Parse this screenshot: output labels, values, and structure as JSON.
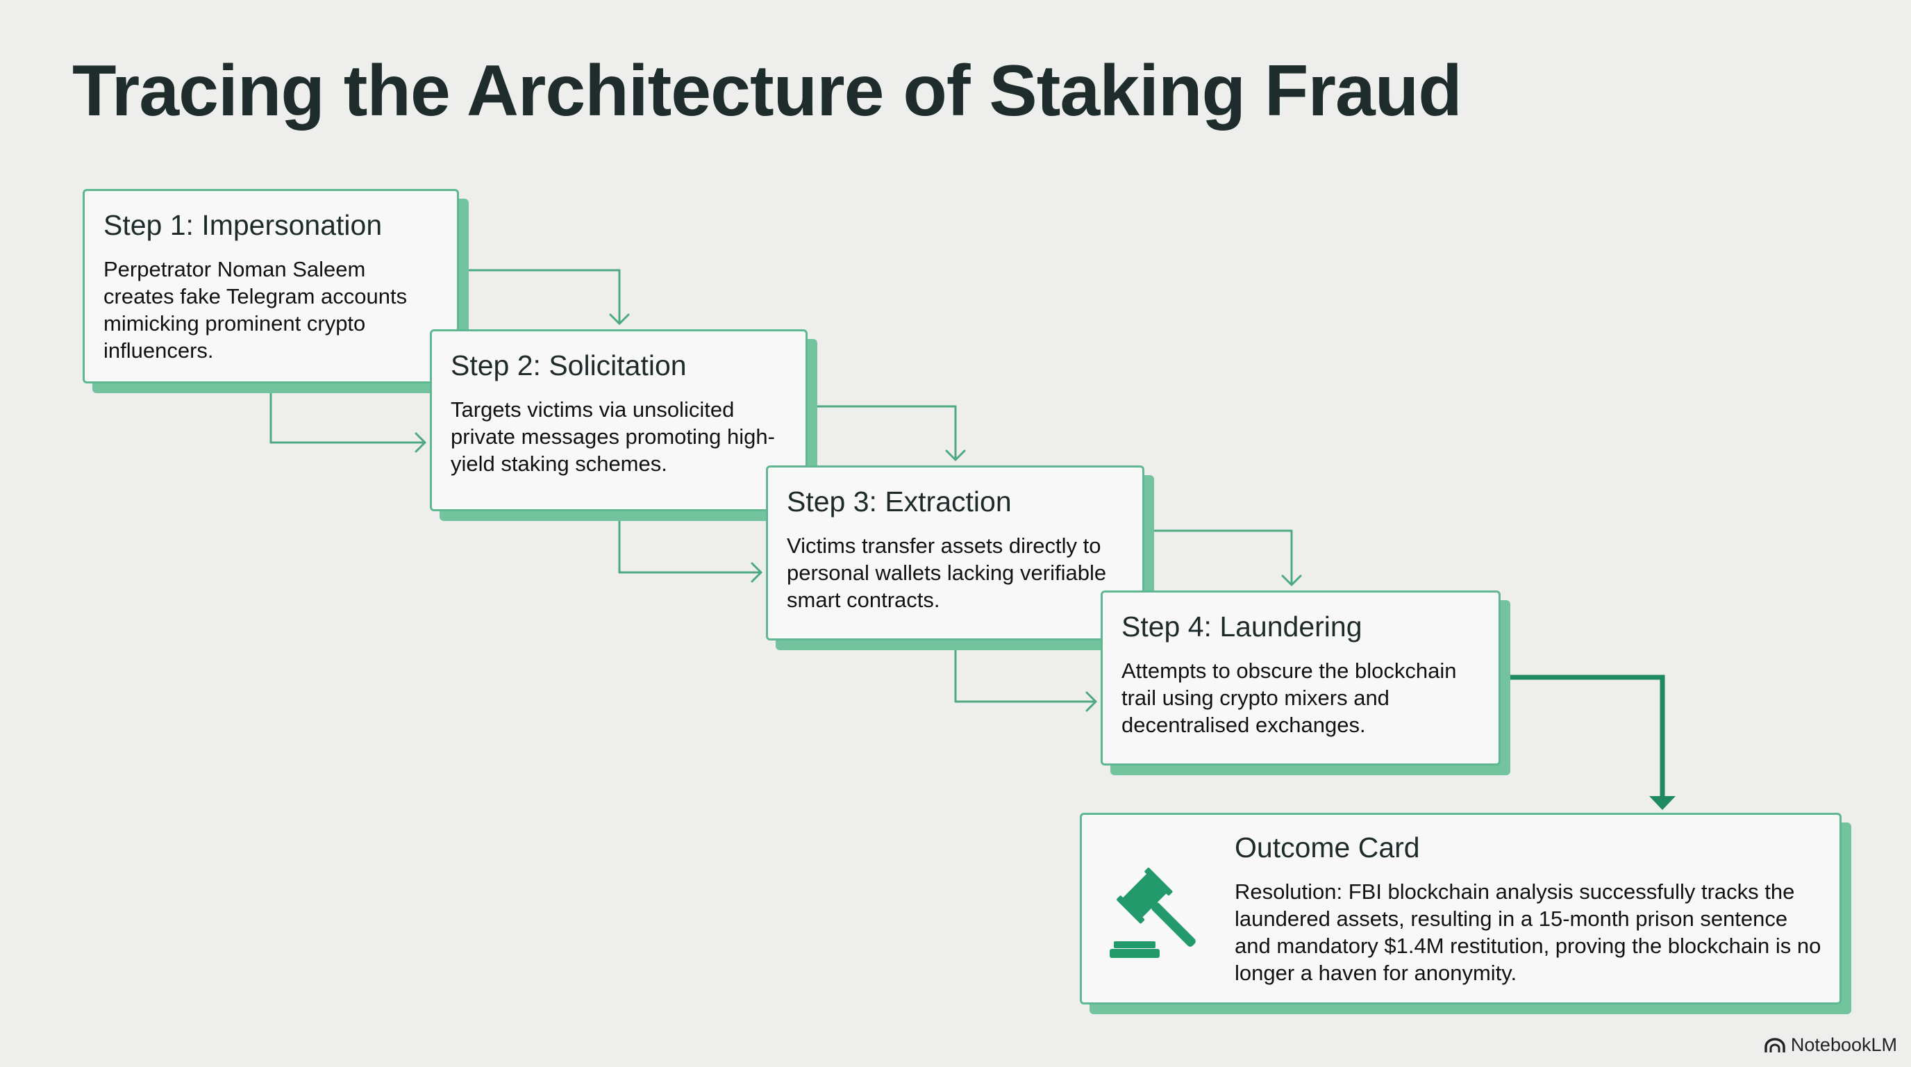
{
  "title": "Tracing the Architecture of Staking Fraud",
  "steps": [
    {
      "title": "Step 1: Impersonation",
      "body": "Perpetrator Noman Saleem creates fake Telegram accounts mimicking prominent crypto influencers."
    },
    {
      "title": "Step 2: Solicitation",
      "body": "Targets victims via unsolicited private messages promoting high-yield staking schemes."
    },
    {
      "title": "Step 3: Extraction",
      "body": "Victims transfer assets directly to personal wallets lacking verifiable smart contracts."
    },
    {
      "title": "Step 4: Laundering",
      "body": "Attempts to obscure the blockchain trail using crypto mixers and decentralised exchanges."
    }
  ],
  "outcome": {
    "title": "Outcome Card",
    "body": "Resolution: FBI blockchain analysis successfully tracks the laundered assets, resulting in a 15-month prison sentence and mandatory $1.4M restitution, proving the blockchain is no longer a haven for anonymity.",
    "icon": "gavel-icon"
  },
  "brand": {
    "label": "NotebookLM",
    "icon": "notebooklm-logo-icon"
  },
  "colors": {
    "background": "#eeefed",
    "card_border": "#5fb892",
    "card_shadow": "#74c39f",
    "connector": "#4daa80",
    "connector_strong": "#1f8a5f",
    "icon": "#239a6c"
  }
}
